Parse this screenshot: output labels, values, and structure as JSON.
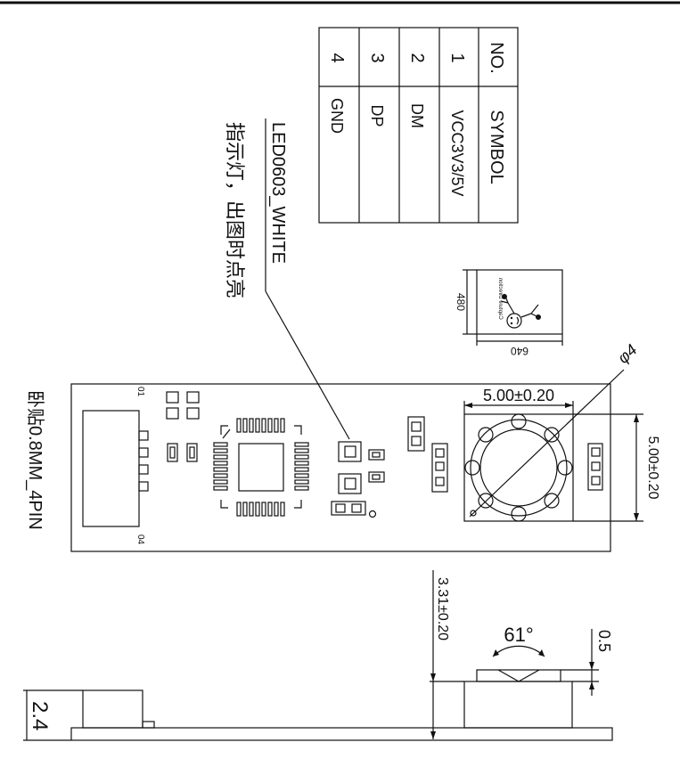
{
  "pin_table": {
    "header": {
      "no": "NO.",
      "symbol": "SYMBOL"
    },
    "rows": [
      {
        "no": "1",
        "symbol": "VCC3V3/5V"
      },
      {
        "no": "2",
        "symbol": "DM"
      },
      {
        "no": "3",
        "symbol": "DP"
      },
      {
        "no": "4",
        "symbol": "GND"
      }
    ]
  },
  "led_note": {
    "part": "LED0603_WHITE",
    "description": "指示灯，出图时点亮"
  },
  "sensor_inset": {
    "width_label": "640",
    "height_label": "480",
    "caption": "Capture Direction"
  },
  "lens_dims": {
    "width": "5.00±0.20",
    "height": "5.00±0.20",
    "diameter": "φ4"
  },
  "connector": {
    "label": "卧贴0.8MM_4PIN",
    "pin_first": "01",
    "pin_last": "04"
  },
  "side_view": {
    "lens_height": "3.31±0.20",
    "fov_angle": "61°",
    "cap_height": "0.5",
    "connector_height": "2.4"
  }
}
